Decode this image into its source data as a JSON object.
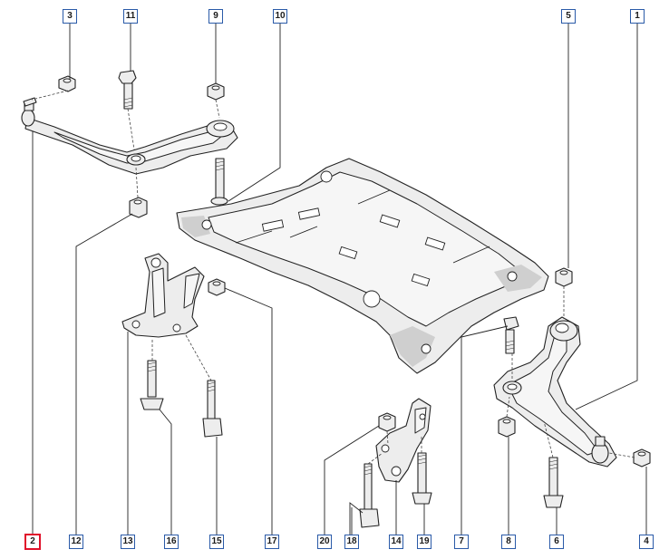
{
  "diagram": {
    "active_callout": "2",
    "callouts": [
      {
        "id": "3",
        "label": "3"
      },
      {
        "id": "11",
        "label": "11"
      },
      {
        "id": "9",
        "label": "9"
      },
      {
        "id": "10",
        "label": "10"
      },
      {
        "id": "5",
        "label": "5"
      },
      {
        "id": "1",
        "label": "1"
      },
      {
        "id": "2",
        "label": "2"
      },
      {
        "id": "12",
        "label": "12"
      },
      {
        "id": "13",
        "label": "13"
      },
      {
        "id": "16",
        "label": "16"
      },
      {
        "id": "15",
        "label": "15"
      },
      {
        "id": "17",
        "label": "17"
      },
      {
        "id": "20",
        "label": "20"
      },
      {
        "id": "18",
        "label": "18"
      },
      {
        "id": "14",
        "label": "14"
      },
      {
        "id": "19",
        "label": "19"
      },
      {
        "id": "7",
        "label": "7"
      },
      {
        "id": "8",
        "label": "8"
      },
      {
        "id": "6",
        "label": "6"
      },
      {
        "id": "4",
        "label": "4"
      }
    ],
    "colors": {
      "callout_border": "#2a5aa8",
      "active_border": "#e0102a",
      "line": "#222222",
      "part_fill": "#ededed"
    }
  }
}
